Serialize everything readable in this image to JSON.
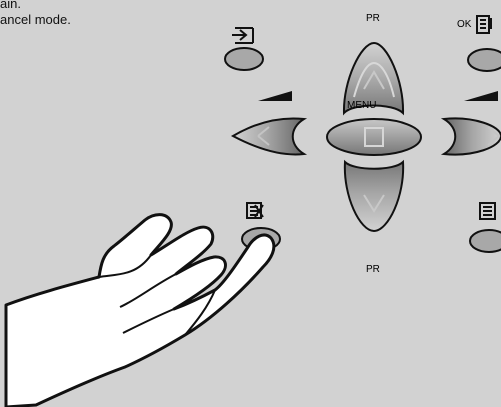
{
  "instructions": {
    "line_1": "ain.",
    "line_2": "ancel mode."
  },
  "remote": {
    "program_up_label": "PR",
    "menu_label": "MENU",
    "program_down_label": "PR",
    "ok_label": "OK",
    "source_button_icon": "input-source-icon",
    "exit_button_icon": "exit-icon",
    "teletext_button_icon": "teletext-icon",
    "volume_down_icon": "volume-ramp-icon",
    "volume_up_icon": "volume-ramp-icon",
    "hand_icon": "pointing-hand-icon"
  },
  "colors": {
    "background": "#d2d2d2",
    "button_fill": "#a6a6a6",
    "button_dark": "#6f6f6f",
    "outline": "#111111",
    "hand_fill": "#ffffff"
  }
}
